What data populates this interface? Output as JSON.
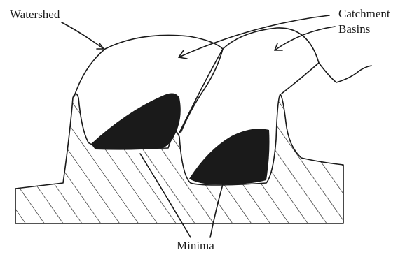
{
  "labels": {
    "watershed": "Watershed",
    "catchment_line1": "Catchment",
    "catchment_line2": "Basins",
    "minima": "Minima"
  },
  "colors": {
    "ink": "#1a1a1a",
    "background": "#ffffff"
  }
}
